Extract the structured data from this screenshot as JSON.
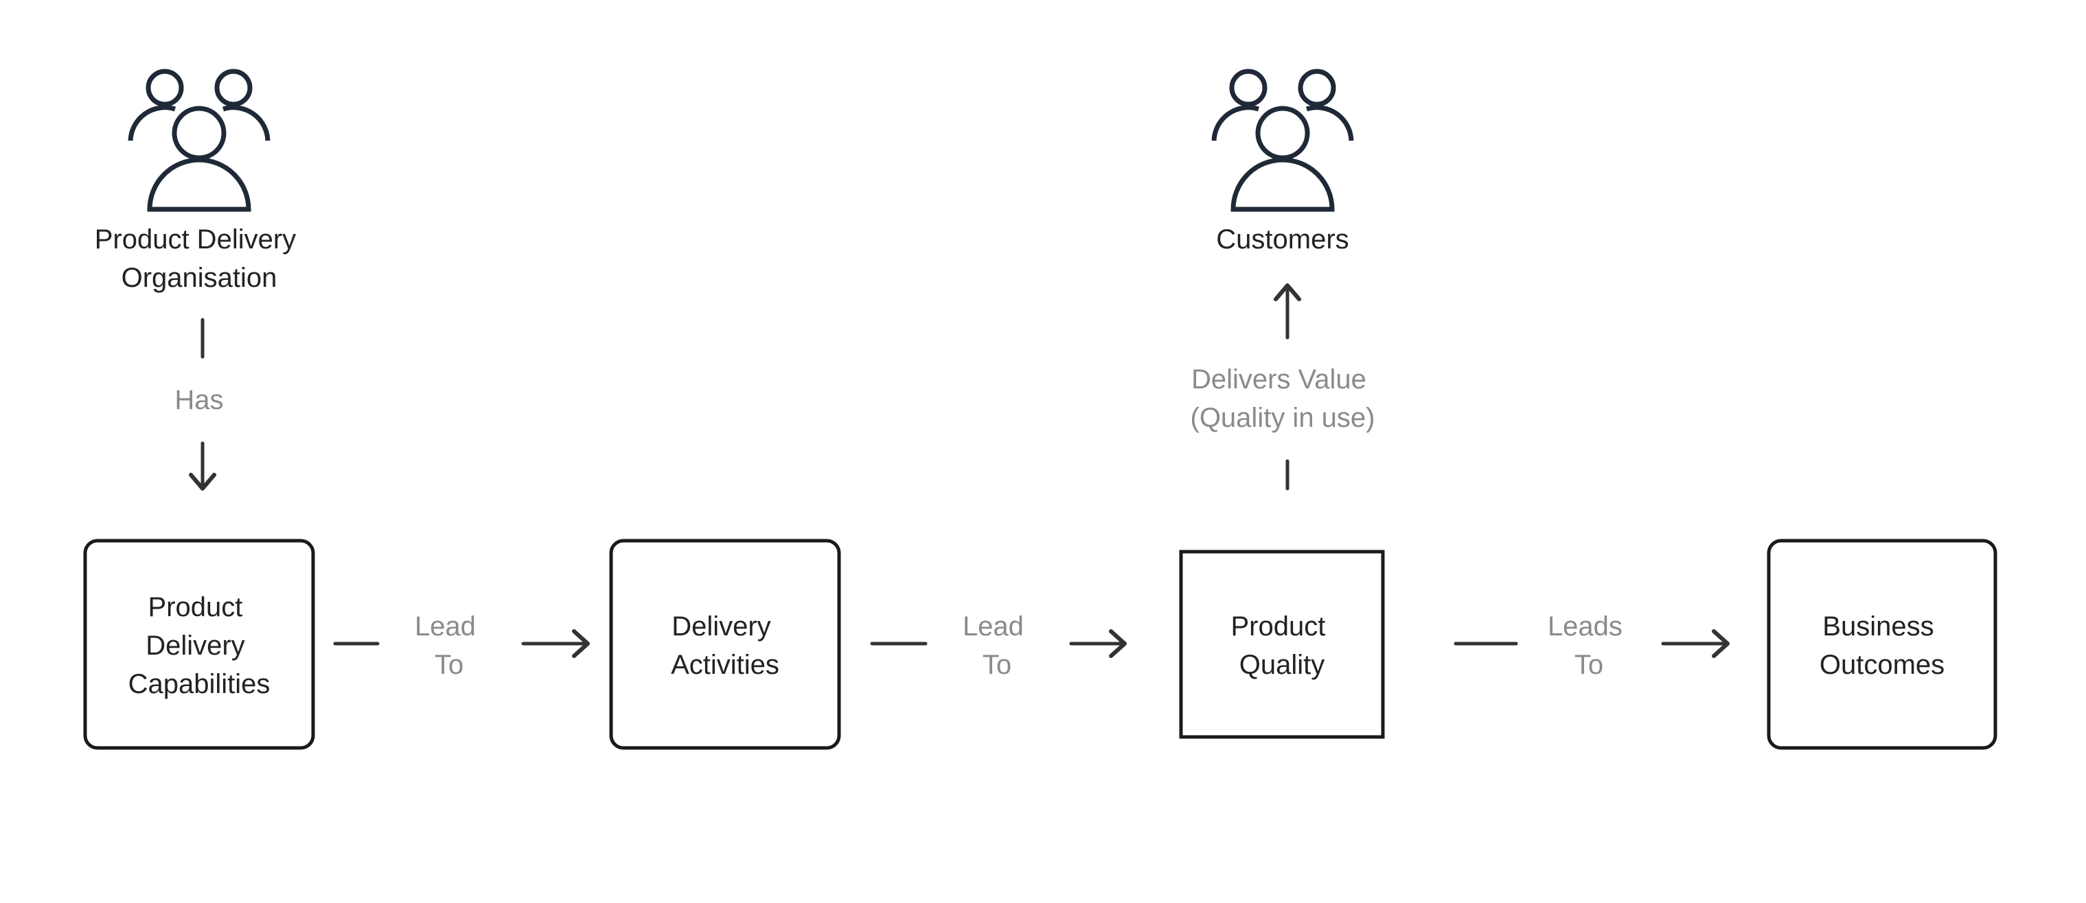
{
  "actors": {
    "organisation": {
      "icon": "people-group-icon",
      "label_lines": [
        "Product Delivery",
        "Organisation"
      ]
    },
    "customers": {
      "icon": "people-group-icon",
      "label_lines": [
        "Customers"
      ]
    }
  },
  "nodes": {
    "capabilities": {
      "label_lines": [
        "Product",
        "Delivery",
        "Capabilities"
      ]
    },
    "activities": {
      "label_lines": [
        "Delivery",
        "Activities"
      ]
    },
    "quality": {
      "label_lines": [
        "Product",
        "Quality"
      ]
    },
    "outcomes": {
      "label_lines": [
        "Business",
        "Outcomes"
      ]
    }
  },
  "edges": {
    "has": {
      "label_lines": [
        "Has"
      ]
    },
    "lead_to_1": {
      "label_lines": [
        "Lead",
        "To"
      ]
    },
    "lead_to_2": {
      "label_lines": [
        "Lead",
        "To"
      ]
    },
    "leads_to": {
      "label_lines": [
        "Leads",
        "To"
      ]
    },
    "delivers_value": {
      "label_lines": [
        "Delivers Value",
        "(Quality in use)"
      ]
    }
  },
  "colors": {
    "box_stroke": "#1a1a1a",
    "icon_stroke": "#1f2937",
    "connector": "#333333",
    "edge_label": "#8a8a8a",
    "node_label": "#222222"
  }
}
